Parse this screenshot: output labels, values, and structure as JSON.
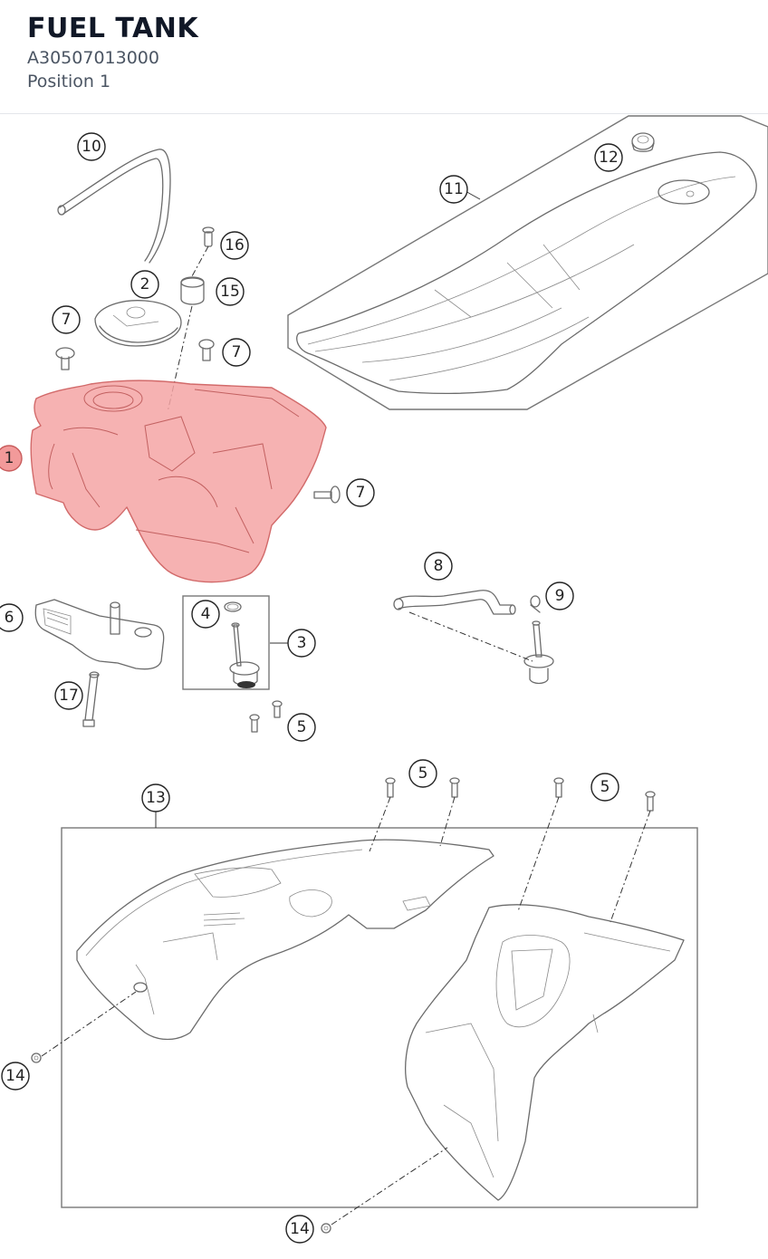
{
  "header": {
    "title": "FUEL TANK",
    "part_number": "A30507013000",
    "position": "Position 1"
  },
  "highlight_color": "#f4a5a5",
  "callouts": {
    "c1": "1",
    "c2": "2",
    "c3": "3",
    "c4": "4",
    "c5a": "5",
    "c5b": "5",
    "c5c": "5",
    "c6": "6",
    "c7a": "7",
    "c7b": "7",
    "c7c": "7",
    "c8": "8",
    "c9": "9",
    "c10": "10",
    "c11": "11",
    "c12": "12",
    "c13": "13",
    "c14a": "14",
    "c14b": "14",
    "c15": "15",
    "c16": "16",
    "c17": "17"
  }
}
